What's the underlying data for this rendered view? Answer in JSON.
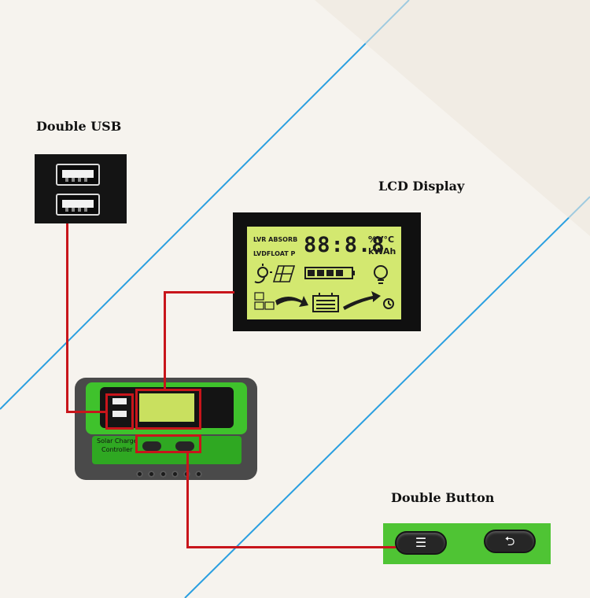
{
  "callouts": {
    "usb_title": "Double USB",
    "lcd_title": "LCD Display",
    "button_title": "Double Button"
  },
  "lcd": {
    "line1_left": "LVR ABSORB",
    "line2_left": "LVDFLOAT P",
    "digits": "88:8.8",
    "units1": "%V°C",
    "units2": "kWAh"
  },
  "device": {
    "label_line1": "Solar Charge",
    "label_line2": "Controller"
  },
  "buttons": {
    "menu_icon": "menu-icon",
    "back_icon": "return-icon"
  },
  "colors": {
    "callout_red": "#c8151b",
    "device_green": "#3fc22c",
    "lcd_backlight": "#d3e870",
    "background_line_blue": "#2a9fe0"
  }
}
